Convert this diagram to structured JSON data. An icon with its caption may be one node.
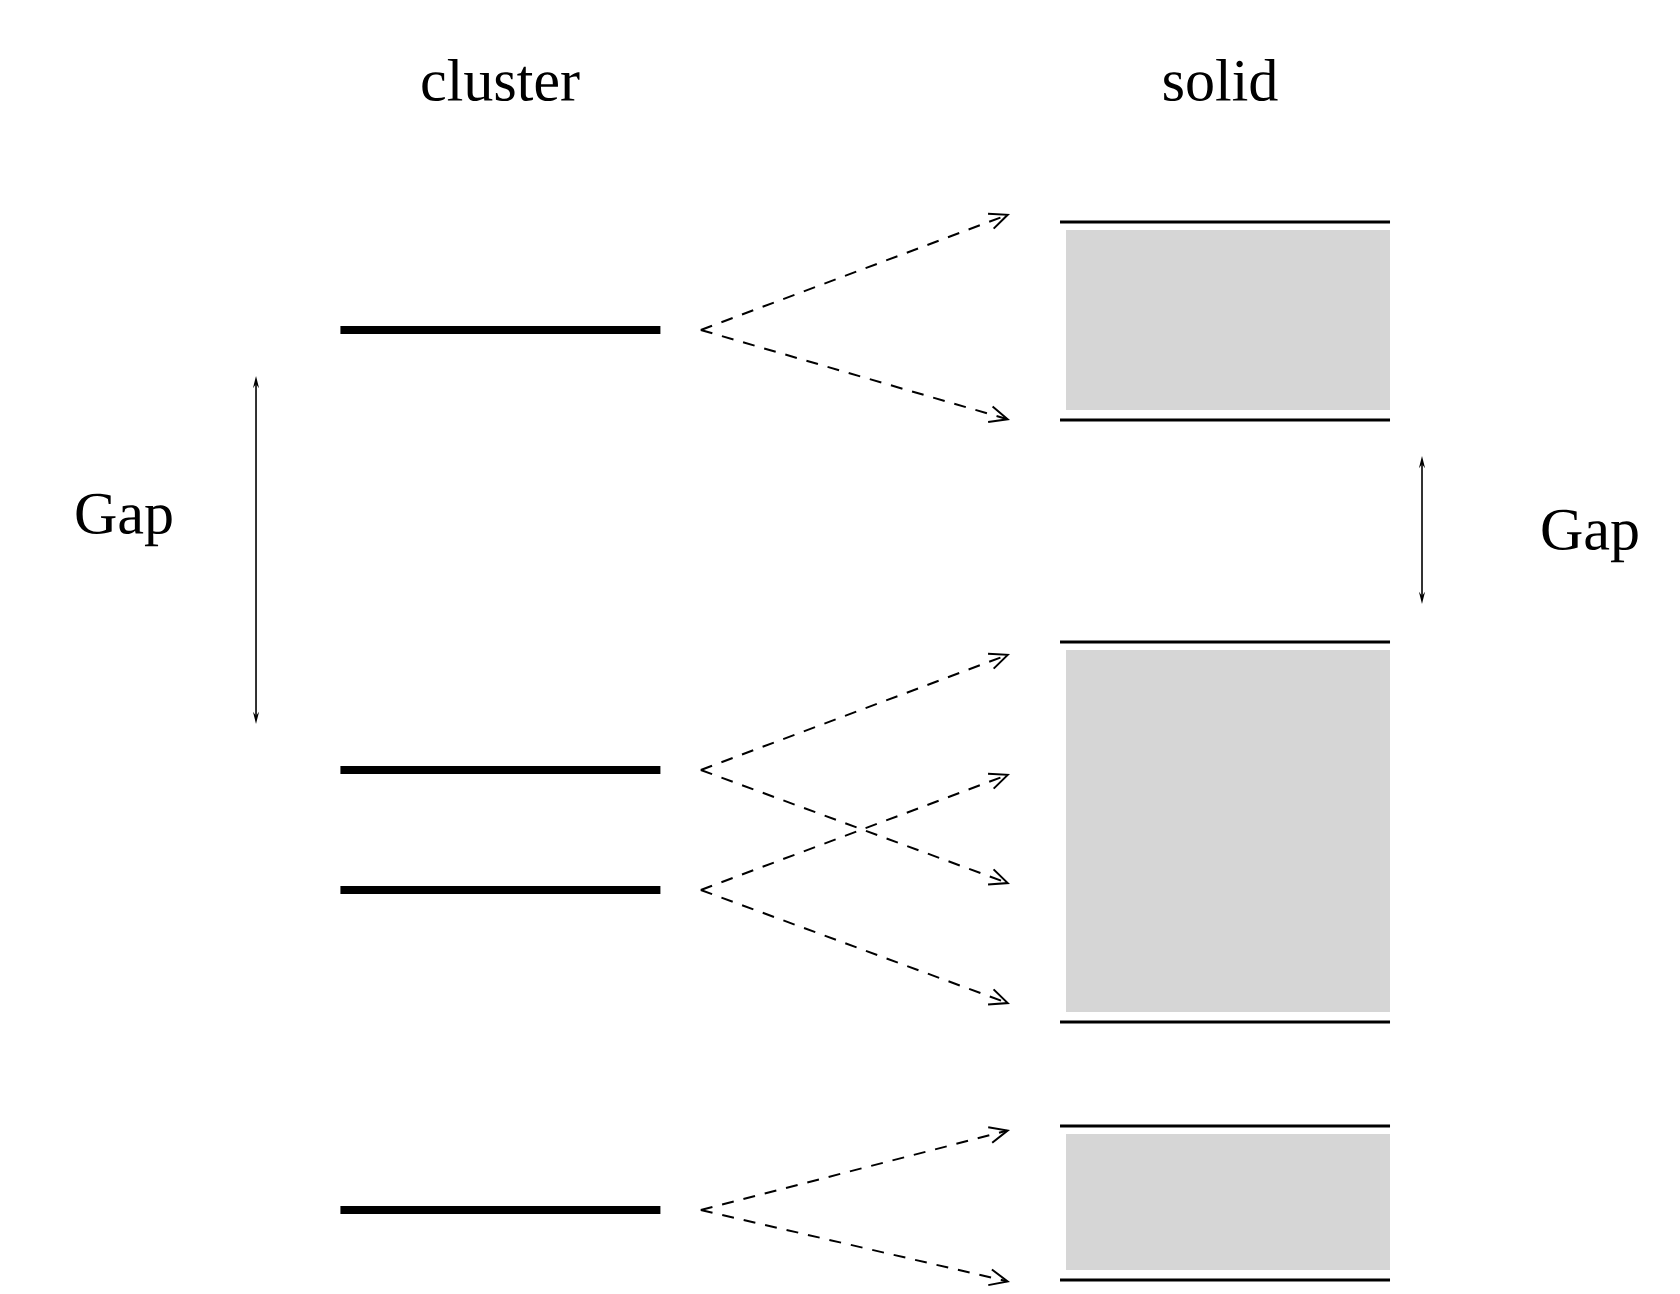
{
  "diagram": {
    "nodes": [
      {
        "text": [],
        "shape": "bar"
      },
      {
        "text": [],
        "shape": "bar"
      },
      {
        "text": [],
        "shape": "bar"
      },
      {
        "text": [],
        "shape": "bar"
      },
      {
        "text": [],
        "shape": "box"
      },
      {
        "text": [],
        "shape": "box"
      },
      {
        "text": [],
        "shape": "box"
      }
    ],
    "edges": [
      {
        "from": 0,
        "to": 4,
        "arrow": "to",
        "style": "dashed"
      },
      {
        "from": 0,
        "to": 4,
        "arrow": "to",
        "style": "dashed"
      },
      {
        "from": 1,
        "to": 5,
        "arrow": "to",
        "style": "dashed"
      },
      {
        "from": 1,
        "to": 5,
        "arrow": "to",
        "style": "dashed"
      },
      {
        "from": 2,
        "to": 5,
        "arrow": "to",
        "style": "dashed"
      },
      {
        "from": 2,
        "to": 5,
        "arrow": "to",
        "style": "dashed"
      },
      {
        "from": 3,
        "to": 6,
        "arrow": "to",
        "style": "dashed"
      },
      {
        "from": 3,
        "to": 6,
        "arrow": "to",
        "style": "dashed"
      }
    ],
    "labels": [
      "cluster",
      "solid",
      "Gap",
      "Gap"
    ]
  }
}
